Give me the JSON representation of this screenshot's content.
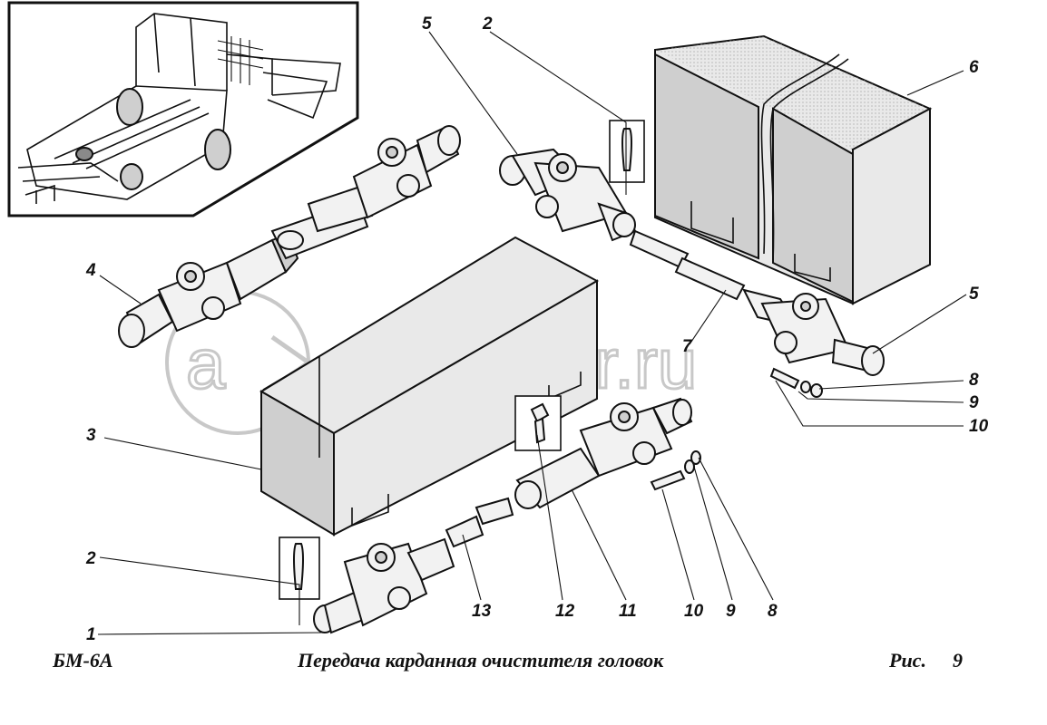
{
  "footer": {
    "model": "БМ-6А",
    "title": "Передача карданная очистителя головок",
    "fig_label": "Рис.",
    "fig_number": "9"
  },
  "watermark": {
    "text": "autopiter.ru",
    "color": "#c8c8c8"
  },
  "callouts": {
    "c1": "1",
    "c2_top": "2",
    "c2_bottom": "2",
    "c3": "3",
    "c4": "4",
    "c5_top": "5",
    "c5_right": "5",
    "c6": "6",
    "c7": "7",
    "c8_right": "8",
    "c9_right": "9",
    "c10_right": "10",
    "c13": "13",
    "c12": "12",
    "c11": "11",
    "c10_bottom": "10",
    "c9_bottom": "9",
    "c8_bottom": "8"
  }
}
